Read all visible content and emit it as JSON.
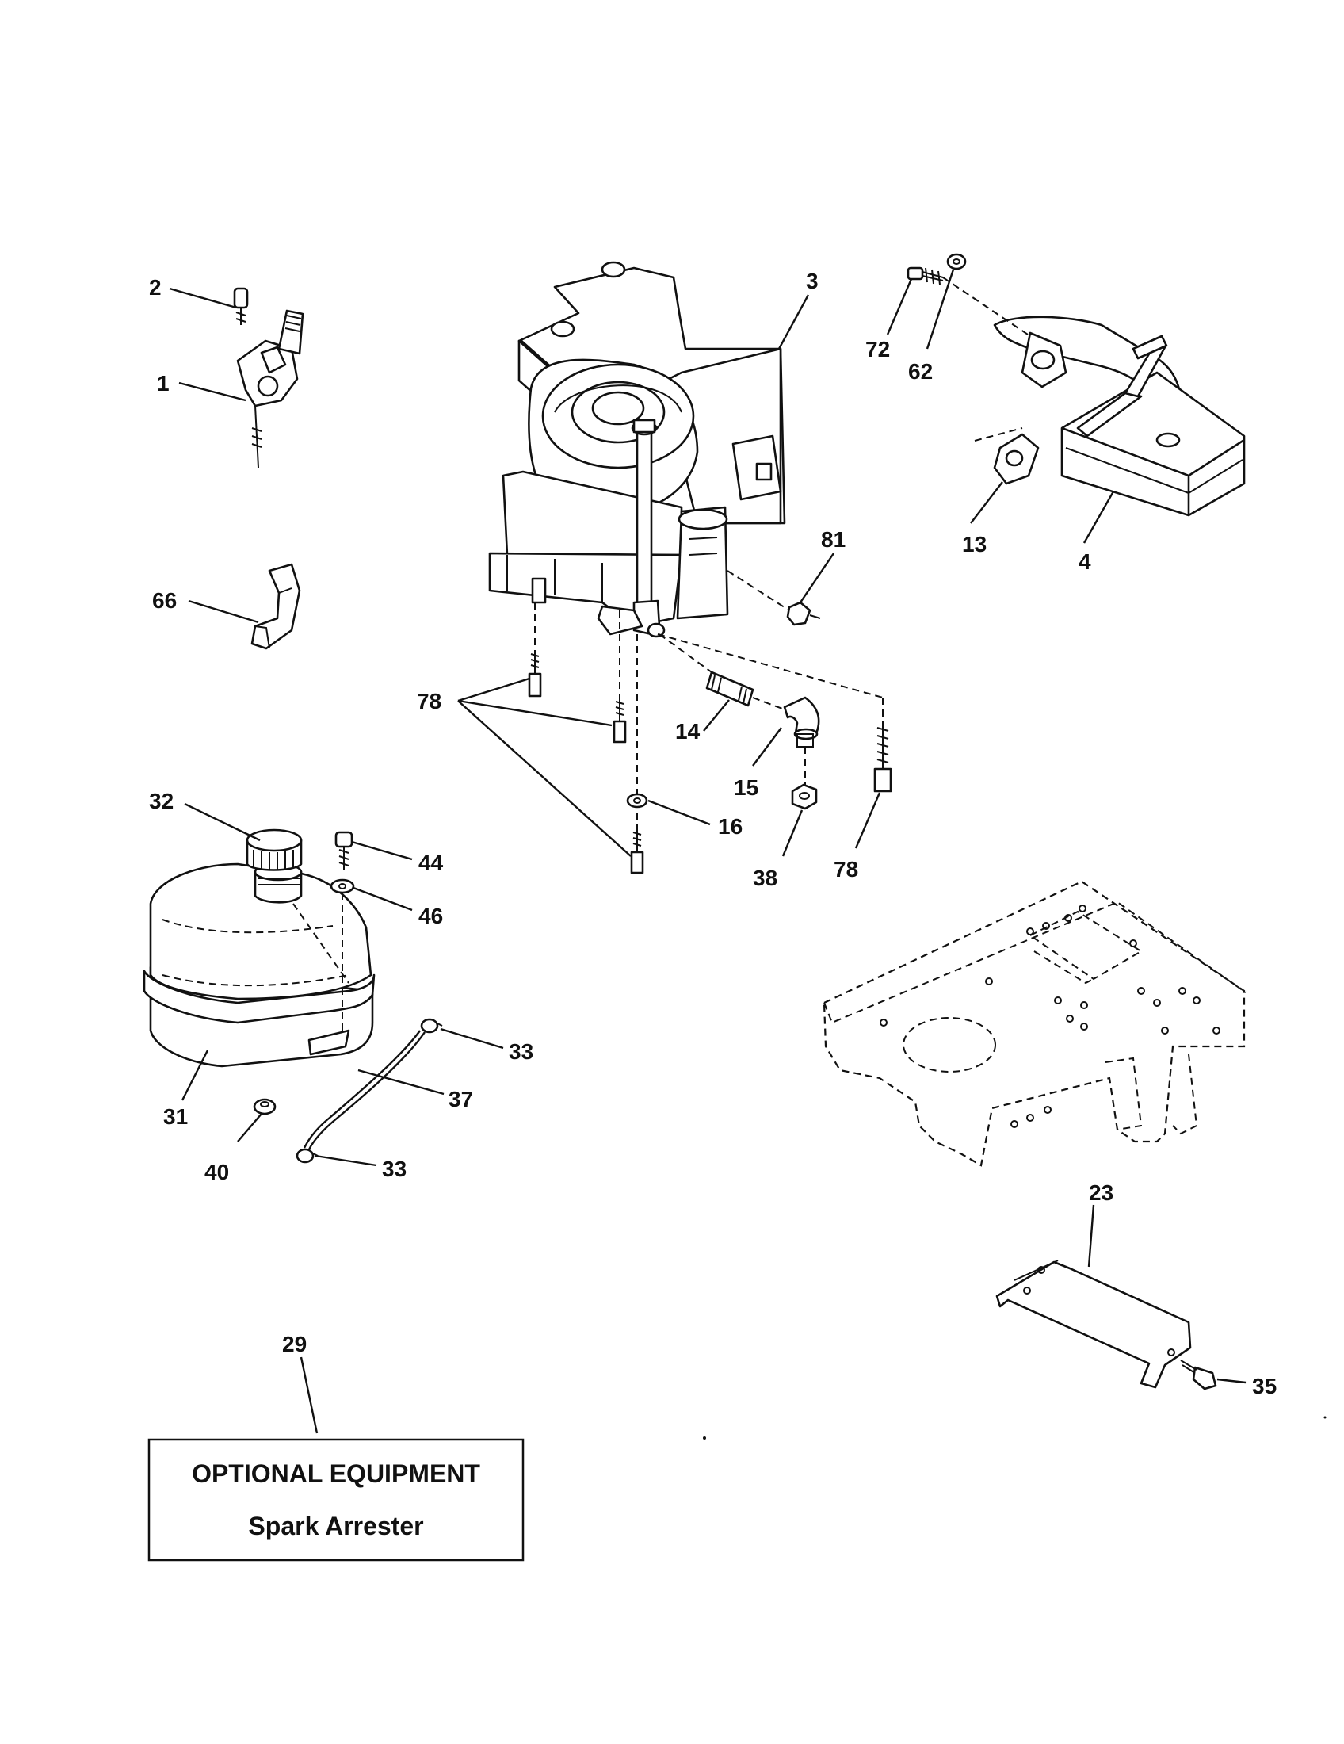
{
  "callouts": {
    "c1": "1",
    "c2": "2",
    "c3": "3",
    "c4": "4",
    "c13": "13",
    "c14": "14",
    "c15": "15",
    "c16": "16",
    "c23": "23",
    "c29": "29",
    "c31": "31",
    "c32": "32",
    "c33a": "33",
    "c33b": "33",
    "c35": "35",
    "c37": "37",
    "c38": "38",
    "c40": "40",
    "c44": "44",
    "c46": "46",
    "c62": "62",
    "c66": "66",
    "c72": "72",
    "c78a": "78",
    "c78b": "78",
    "c81": "81"
  },
  "optional_box": {
    "title": "OPTIONAL EQUIPMENT",
    "item": "Spark Arrester"
  }
}
